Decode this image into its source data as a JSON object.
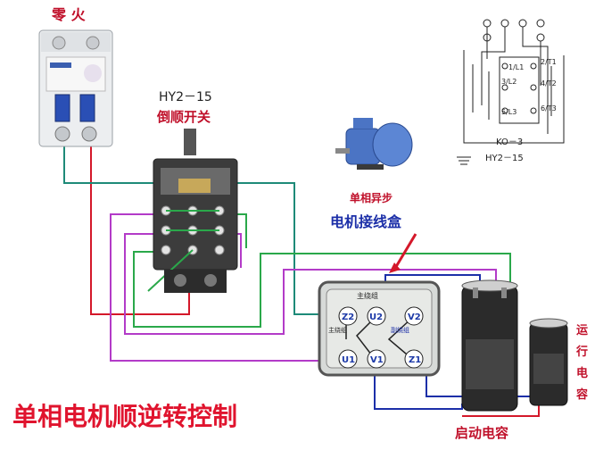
{
  "breaker": {
    "label": "零 火"
  },
  "switch": {
    "model": "HY2－15",
    "name": "倒顺开关"
  },
  "motor": {
    "name": "单相异步",
    "box_label": "电机接线盒"
  },
  "junction_box": {
    "main_winding": "主绕组",
    "main_winding_side": "主绕组",
    "aux_winding": "副绕组",
    "terminals": [
      "Z2",
      "U2",
      "V2",
      "U1",
      "V1",
      "Z1"
    ]
  },
  "capacitors": {
    "run": "运行电容",
    "start": "启动电容"
  },
  "schematic": {
    "model_ko": "KO－3",
    "model_hy": "HY2－15",
    "terminals": [
      "1/L1",
      "2/T1",
      "3/L2",
      "4/T2",
      "5/L3",
      "6/T3"
    ]
  },
  "title": "单相电机顺逆转控制",
  "colors": {
    "red": "#d4182a",
    "blue": "#1c2fa8",
    "green": "#2aa84a",
    "purple": "#b33bc8",
    "teal": "#1e8a78",
    "title": "#e0142e"
  }
}
